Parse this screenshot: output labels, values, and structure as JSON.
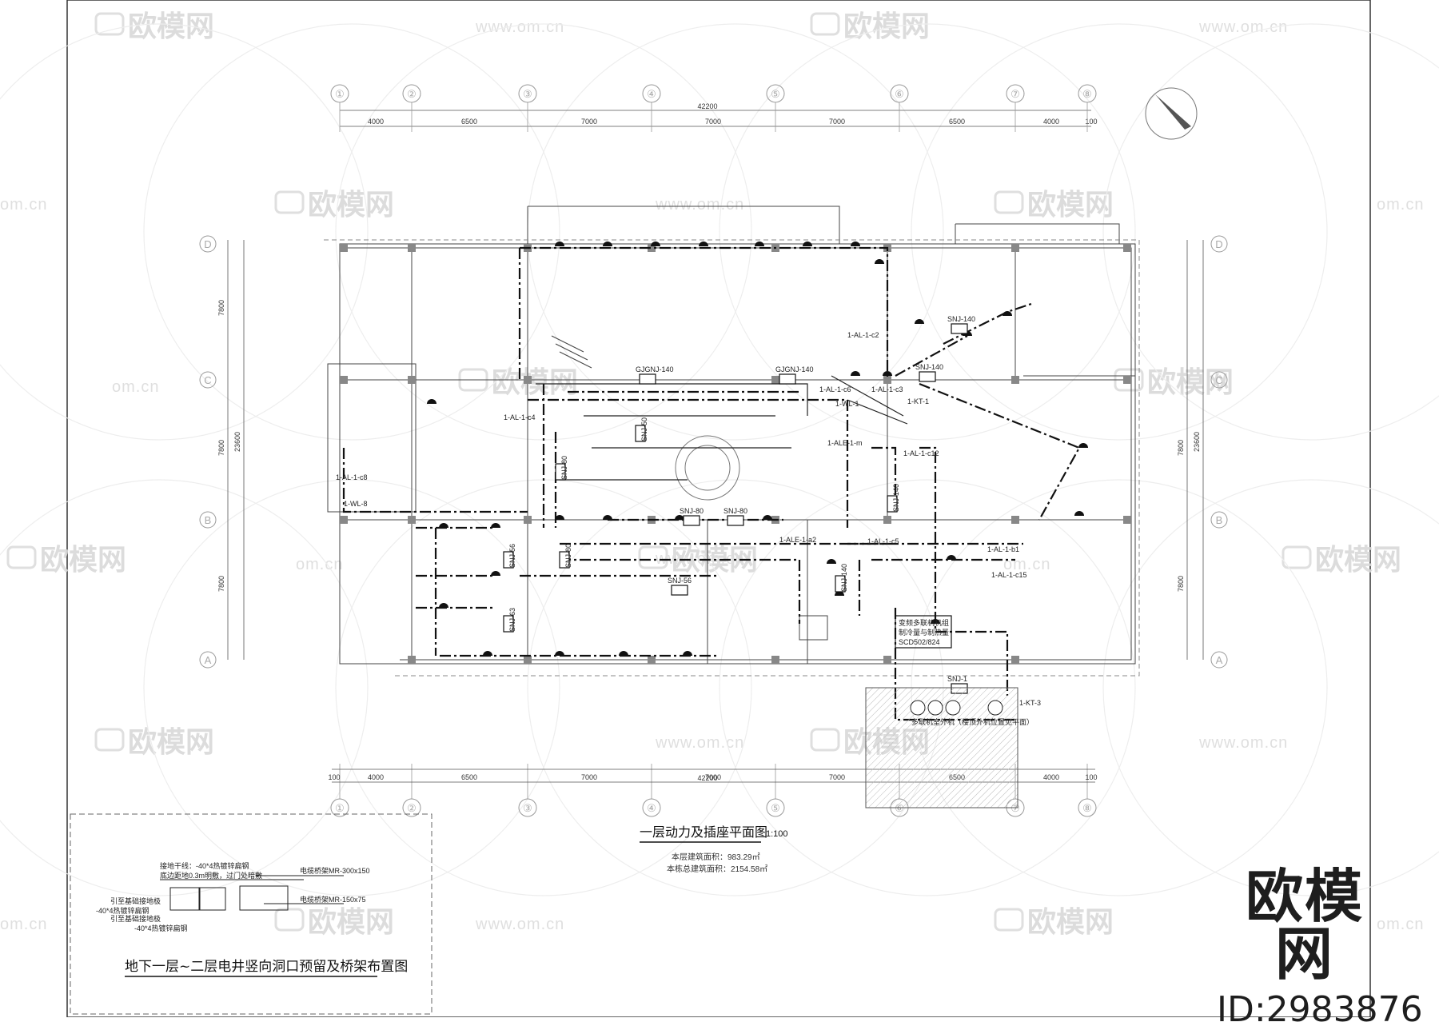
{
  "watermark": {
    "brand": "欧模网",
    "url": "www.om.cn",
    "url_short": "om.cn"
  },
  "dimensions_top": {
    "total": "42200",
    "spans": [
      "4000",
      "6500",
      "7000",
      "7000",
      "7000",
      "6500",
      "4000",
      "100"
    ]
  },
  "dimensions_bottom": {
    "total": "42200",
    "spans": [
      "100",
      "4000",
      "6500",
      "7000",
      "7000",
      "7000",
      "6500",
      "4000",
      "100"
    ]
  },
  "dimensions_side": {
    "total": "23600",
    "spans": [
      "7800",
      "7800",
      "7800"
    ]
  },
  "grid_columns": [
    "①",
    "②",
    "③",
    "④",
    "⑤",
    "⑥",
    "⑦",
    "⑧"
  ],
  "grid_rows": [
    "D",
    "C",
    "B",
    "A"
  ],
  "equipment_labels": [
    "SNJ-140",
    "SNJ-140",
    "GJGNJ-140",
    "GJGNJ-140",
    "SNJ-50",
    "SNJ-80",
    "SNJ-80",
    "SNJ-80",
    "SNJ-80",
    "SNJ-56",
    "SNJ-56",
    "SNJ-63",
    "SNJ-140",
    "SNJ-140",
    "SNJ-1"
  ],
  "circuit_labels": [
    "1-AL-1-c2",
    "1-AL-1-c3",
    "1-AL-1-c4",
    "1-AL-1-c5",
    "1-AL-1-c12",
    "1-AL-1-c8",
    "1-AL-1-c15",
    "1-AL-1-b1",
    "1-ALE-1-m",
    "1-ALE-1-a2",
    "1-AL-1-c6",
    "1-WL-8",
    "1-WL-1",
    "1-KT-1",
    "1-KT-3"
  ],
  "plan_title": {
    "text": "一层动力及插座平面图",
    "scale": "1:100"
  },
  "area": {
    "floor": "本层建筑面积：983.29㎡",
    "total": "本栋总建筑面积：2154.58㎡"
  },
  "detail_title": "地下一层~二层电井竖向洞口预留及桥架布置图",
  "detail_notes": [
    "接地干线：-40*4热镀锌扁钢",
    "底边距地0.3m明敷，过门处暗敷",
    "引至基础接地极",
    "-40*4热镀锌扁钢",
    "引至基础接地极",
    "-40*4热镀锌扁钢",
    "电缆桥架MR-300x150",
    "电缆桥架MR-150x75"
  ],
  "outdoor_unit_note": "多联机室外机（楼顶外机位置见平面）",
  "machine_room_note": [
    "变频多联机机组",
    "制冷量与制热量",
    "SCD502/824"
  ],
  "corner_brand": {
    "name": "欧模网",
    "id": "ID:2983876"
  }
}
